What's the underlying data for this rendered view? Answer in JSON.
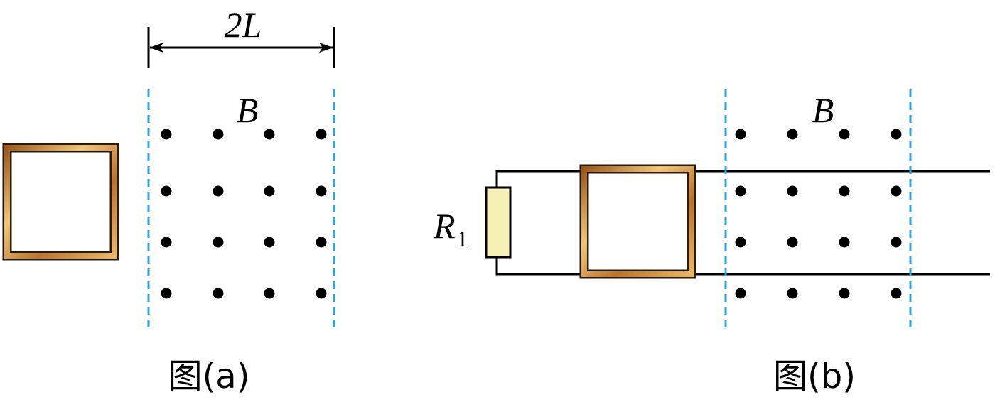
{
  "figure_a": {
    "caption": "图(a)",
    "dimension_label": "2L",
    "field_label": "B"
  },
  "figure_b": {
    "caption": "图(b)",
    "field_label": "B",
    "resistor_label": "R",
    "resistor_subscript": "1"
  },
  "colors": {
    "boundary": "#2aa6e0",
    "coil_outer": "#3a2208",
    "coil_inner": "#c98a3c",
    "coil_highlight": "#f4d08a",
    "resistor_fill": "#f7f0b4",
    "ink": "#000000"
  }
}
